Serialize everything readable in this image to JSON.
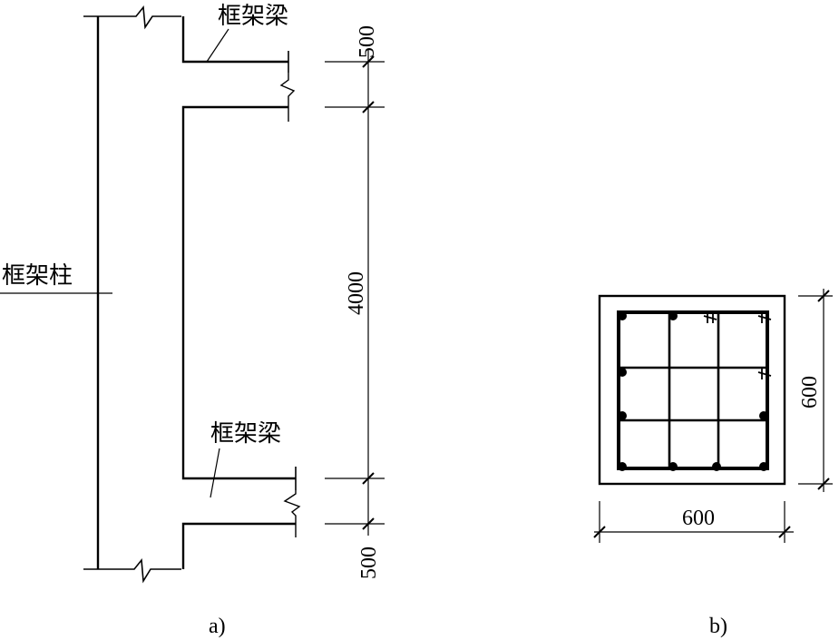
{
  "figure_a": {
    "column_label": "框架柱",
    "beam_label_top": "框架梁",
    "beam_label_bottom": "框架梁",
    "dim_top": "500",
    "dim_middle": "4000",
    "dim_bottom": "500",
    "caption": "a)"
  },
  "figure_b": {
    "width_dim": "600",
    "height_dim": "600",
    "caption": "b)"
  }
}
